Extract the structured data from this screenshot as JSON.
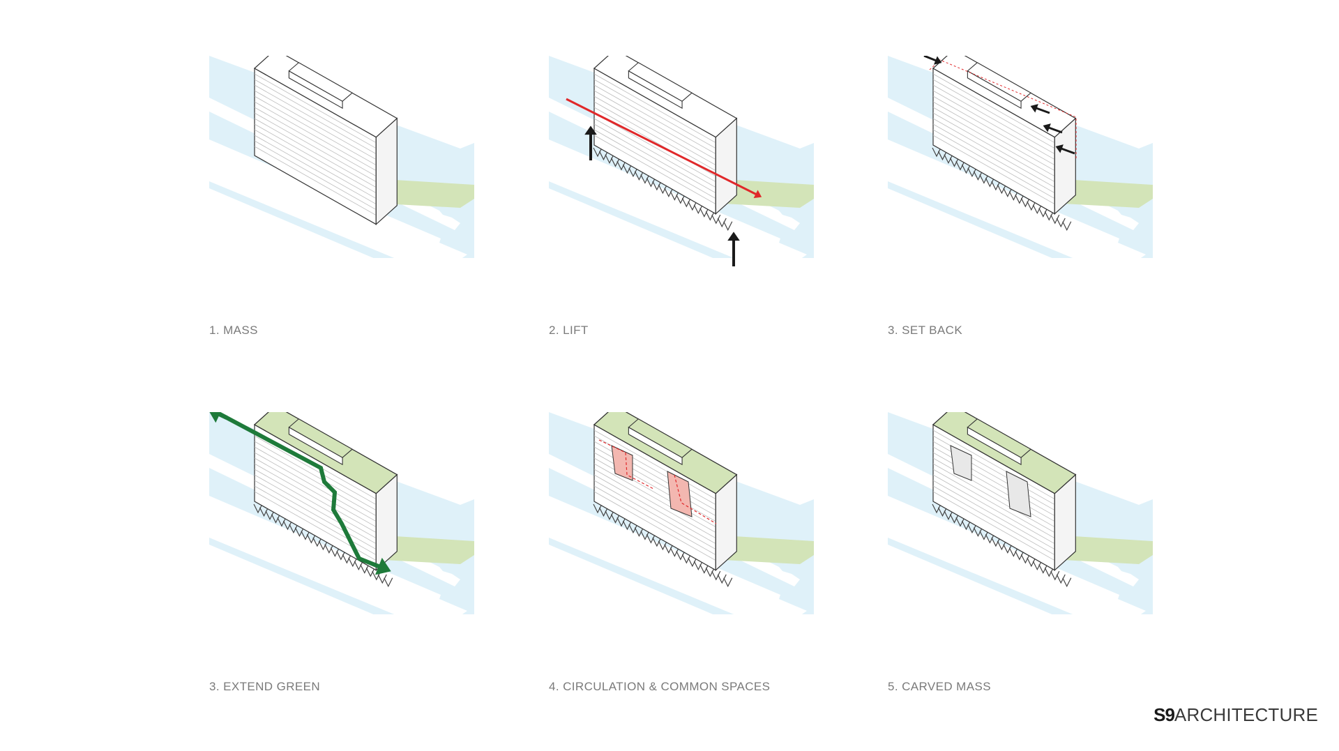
{
  "panels": [
    {
      "id": "mass",
      "caption": "1. MASS"
    },
    {
      "id": "lift",
      "caption": "2. LIFT"
    },
    {
      "id": "set-back",
      "caption": "3. SET BACK"
    },
    {
      "id": "extend-green",
      "caption": "3. EXTEND GREEN"
    },
    {
      "id": "circulation",
      "caption": "4. CIRCULATION & COMMON SPACES"
    },
    {
      "id": "carved-mass",
      "caption": "5. CARVED MASS"
    }
  ],
  "logo": {
    "bold": "S9",
    "text": "ARCHITECTURE"
  },
  "colors": {
    "water": "#dff1f9",
    "green": "#d3e4b8",
    "lift_arrow": "#e0282a",
    "extend_arrow": "#1e7a3a",
    "setback_arrow": "#1a1a1a",
    "circulation": "#f3b7b0"
  }
}
